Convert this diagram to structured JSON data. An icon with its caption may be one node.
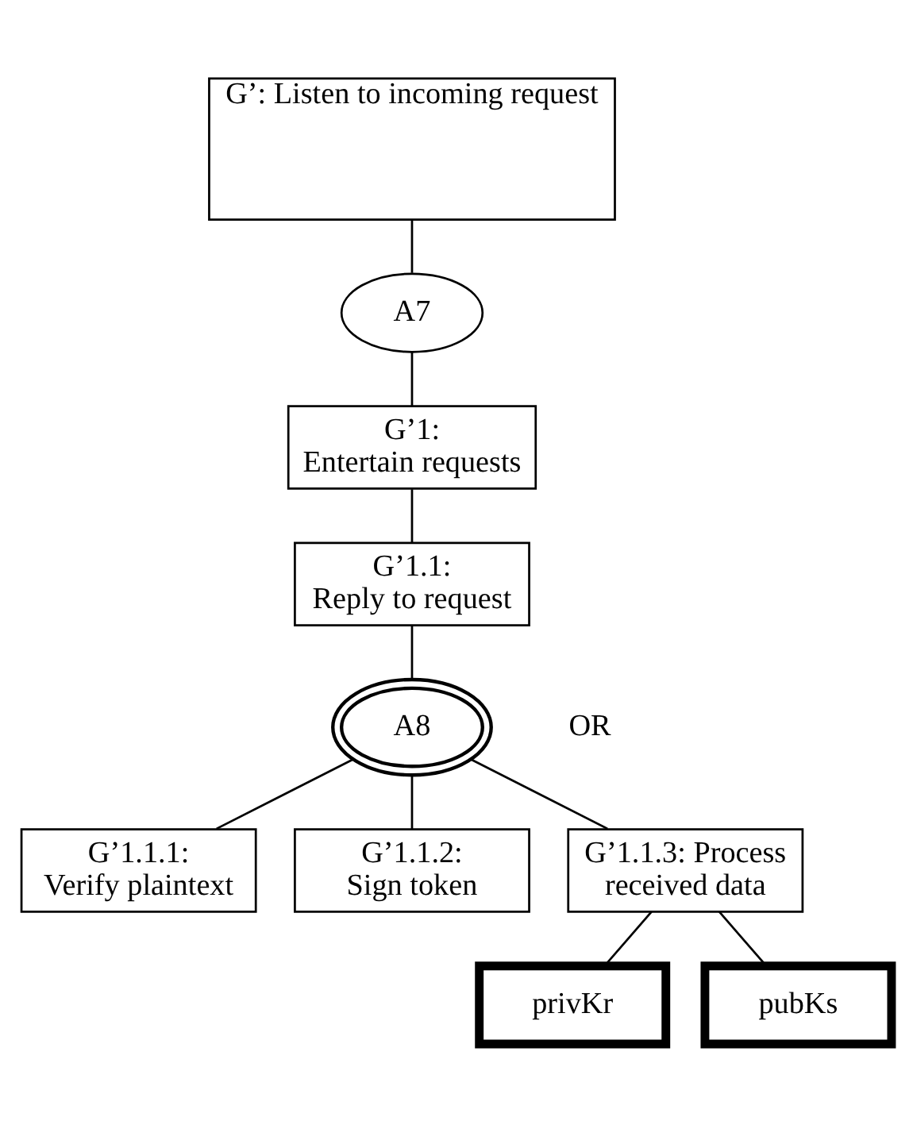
{
  "diagram": {
    "nodes": [
      {
        "text": [
          "G’: Listen to incoming request"
        ]
      },
      {
        "text": [
          "A7"
        ]
      },
      {
        "text": [
          "G’1: Entertain requests"
        ]
      },
      {
        "text": [
          "G’1.1: Reply to request"
        ]
      },
      {
        "text": [
          "A8"
        ]
      },
      {
        "text": [
          "G’1.1.1: Verify plaintext"
        ]
      },
      {
        "text": [
          "G’1.1.2: Sign token"
        ]
      },
      {
        "text": [
          "G’1.1.3: Process received data"
        ]
      },
      {
        "text": [
          "privKr"
        ]
      },
      {
        "text": [
          "pubKs"
        ]
      }
    ],
    "edges": [
      {
        "from": 0,
        "to": 1,
        "arrow": "none"
      },
      {
        "from": 1,
        "to": 2,
        "arrow": "none"
      },
      {
        "from": 2,
        "to": 3,
        "arrow": "none"
      },
      {
        "from": 3,
        "to": 4,
        "arrow": "none"
      },
      {
        "from": 4,
        "to": 5,
        "arrow": "none"
      },
      {
        "from": 4,
        "to": 6,
        "arrow": "none"
      },
      {
        "from": 4,
        "to": 7,
        "arrow": "none"
      },
      {
        "from": 7,
        "to": 8,
        "arrow": "none"
      },
      {
        "from": 7,
        "to": 9,
        "arrow": "none"
      }
    ],
    "labels": [
      "OR"
    ]
  }
}
